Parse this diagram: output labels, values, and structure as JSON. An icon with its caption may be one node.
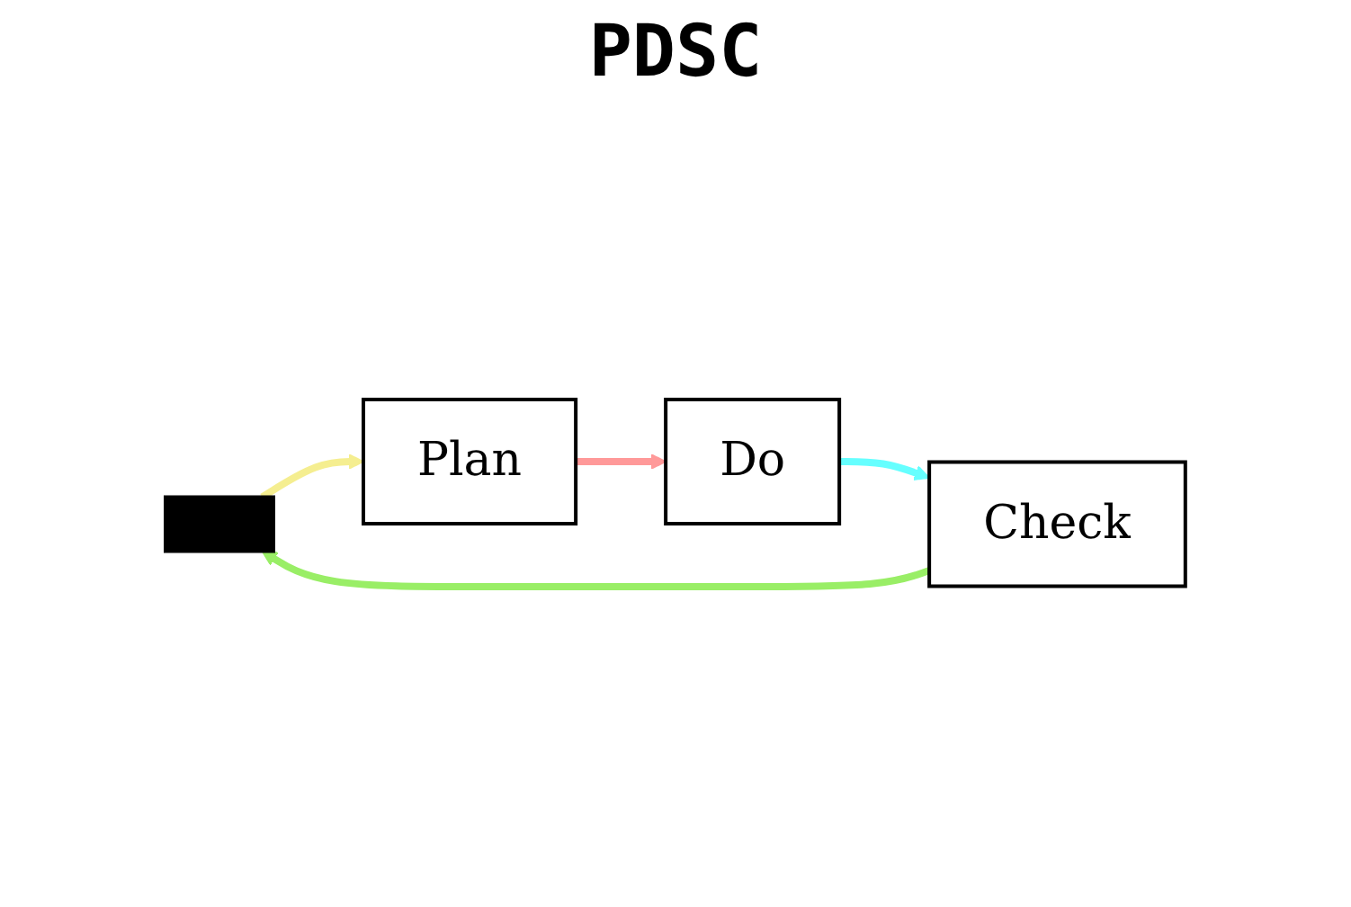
{
  "diagram": {
    "title": "PDSC",
    "nodes": [
      {
        "text": [],
        "shape": "box"
      },
      {
        "text": [
          "Plan"
        ]
      },
      {
        "text": [
          "Check"
        ]
      },
      {
        "text": [
          "Do"
        ]
      }
    ],
    "edges": [
      {
        "from": 1,
        "to": 3,
        "arrow": "to",
        "color": "#ff9999"
      },
      {
        "from": 3,
        "to": 2,
        "arrow": "to",
        "color": "#66ffff"
      },
      {
        "from": 2,
        "to": 0,
        "arrow": "to",
        "color": "#99ee66"
      },
      {
        "from": 0,
        "to": 1,
        "arrow": "to",
        "color": "#f5ee90"
      }
    ]
  }
}
